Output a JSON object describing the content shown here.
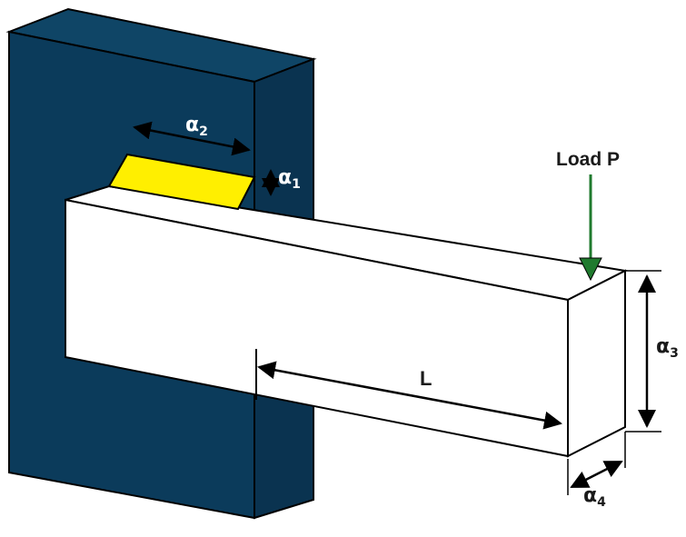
{
  "colors": {
    "wall": "#0b3b5b",
    "wall_edge": "#000000",
    "weld": "#ffef00",
    "beam": "#ffffff",
    "load_arrow": "#1f7a2e",
    "white_label": "#ffffff",
    "dark_label": "#1a1a1a"
  },
  "labels": {
    "load": "Load P",
    "length": "L",
    "alpha1": "α",
    "alpha1_sub": "1",
    "alpha2": "α",
    "alpha2_sub": "2",
    "alpha3": "α",
    "alpha3_sub": "3",
    "alpha4": "α",
    "alpha4_sub": "4"
  }
}
